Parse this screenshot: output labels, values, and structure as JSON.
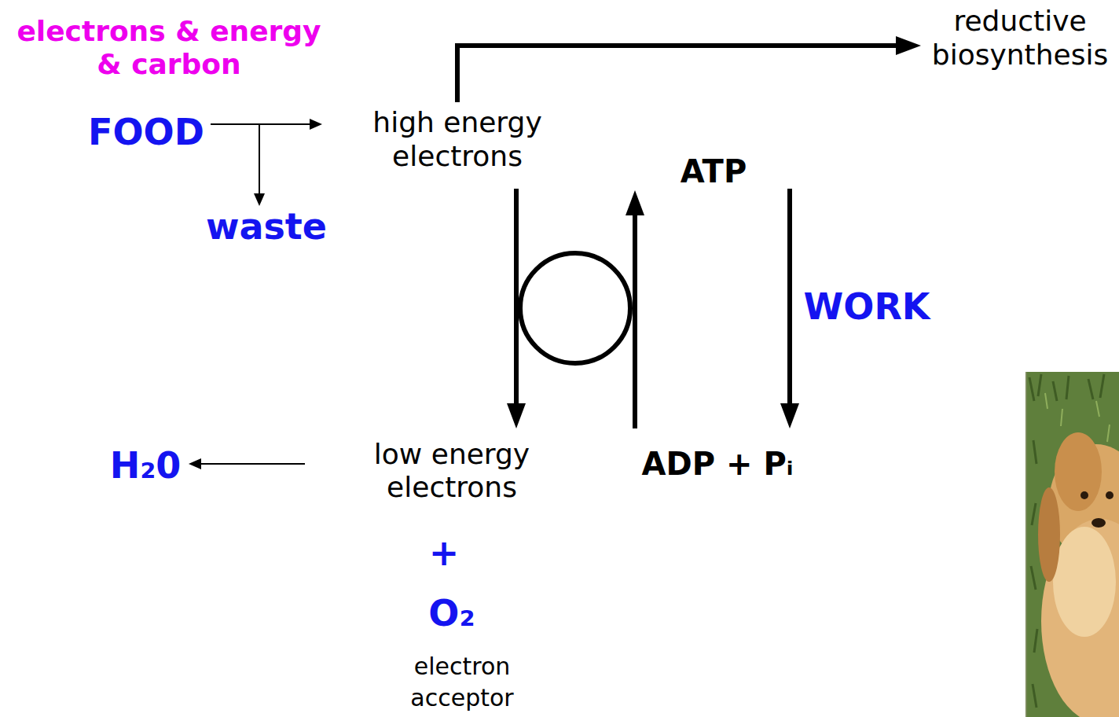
{
  "diagram": {
    "labels": [
      "electrons & energy & carbon",
      "FOOD",
      "waste",
      "high energy electrons",
      "reductive biosynthesis",
      "ATP",
      "WORK",
      "H₂0",
      "low energy electrons",
      "ADP + Pᵢ",
      "+",
      "O₂",
      "electron acceptor"
    ]
  }
}
